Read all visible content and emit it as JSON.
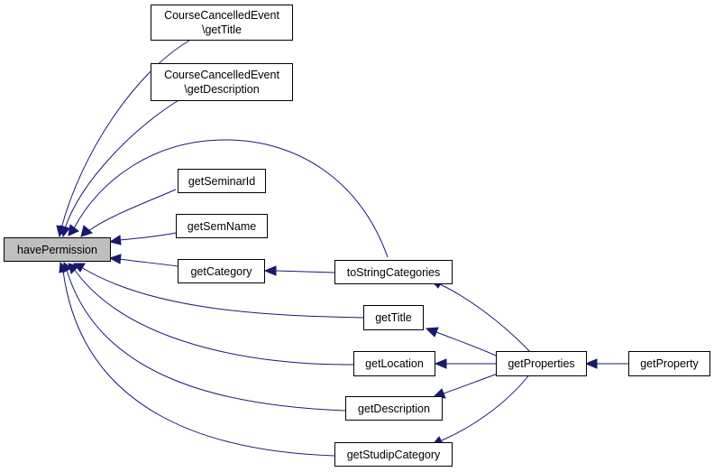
{
  "graph": {
    "focus_node": "havePermission",
    "nodes": {
      "havePermission": [
        "havePermission"
      ],
      "cce_getTitle": [
        "CourseCancelledEvent",
        "\\getTitle"
      ],
      "cce_getDescription": [
        "CourseCancelledEvent",
        "\\getDescription"
      ],
      "getSeminarId": [
        "getSeminarId"
      ],
      "getSemName": [
        "getSemName"
      ],
      "getCategory": [
        "getCategory"
      ],
      "toStringCategories": [
        "toStringCategories"
      ],
      "getTitle": [
        "getTitle"
      ],
      "getLocation": [
        "getLocation"
      ],
      "getProperties": [
        "getProperties"
      ],
      "getProperty": [
        "getProperty"
      ],
      "getDescription": [
        "getDescription"
      ],
      "getStudipCategory": [
        "getStudipCategory"
      ]
    },
    "edges": [
      {
        "from": "cce_getTitle",
        "to": "havePermission"
      },
      {
        "from": "cce_getDescription",
        "to": "havePermission"
      },
      {
        "from": "toStringCategories",
        "to": "havePermission"
      },
      {
        "from": "getSeminarId",
        "to": "havePermission"
      },
      {
        "from": "getSemName",
        "to": "havePermission"
      },
      {
        "from": "getCategory",
        "to": "havePermission"
      },
      {
        "from": "getTitle",
        "to": "havePermission"
      },
      {
        "from": "getLocation",
        "to": "havePermission"
      },
      {
        "from": "getDescription",
        "to": "havePermission"
      },
      {
        "from": "getStudipCategory",
        "to": "havePermission"
      },
      {
        "from": "toStringCategories",
        "to": "getCategory"
      },
      {
        "from": "getProperties",
        "to": "toStringCategories"
      },
      {
        "from": "getProperties",
        "to": "getTitle"
      },
      {
        "from": "getProperties",
        "to": "getLocation"
      },
      {
        "from": "getProperties",
        "to": "getDescription"
      },
      {
        "from": "getProperties",
        "to": "getStudipCategory"
      },
      {
        "from": "getProperty",
        "to": "getProperties"
      }
    ],
    "colors": {
      "edge": "#191970",
      "node_border": "#000000",
      "focus_fill": "#bfbfbf",
      "node_fill": "#ffffff"
    }
  }
}
